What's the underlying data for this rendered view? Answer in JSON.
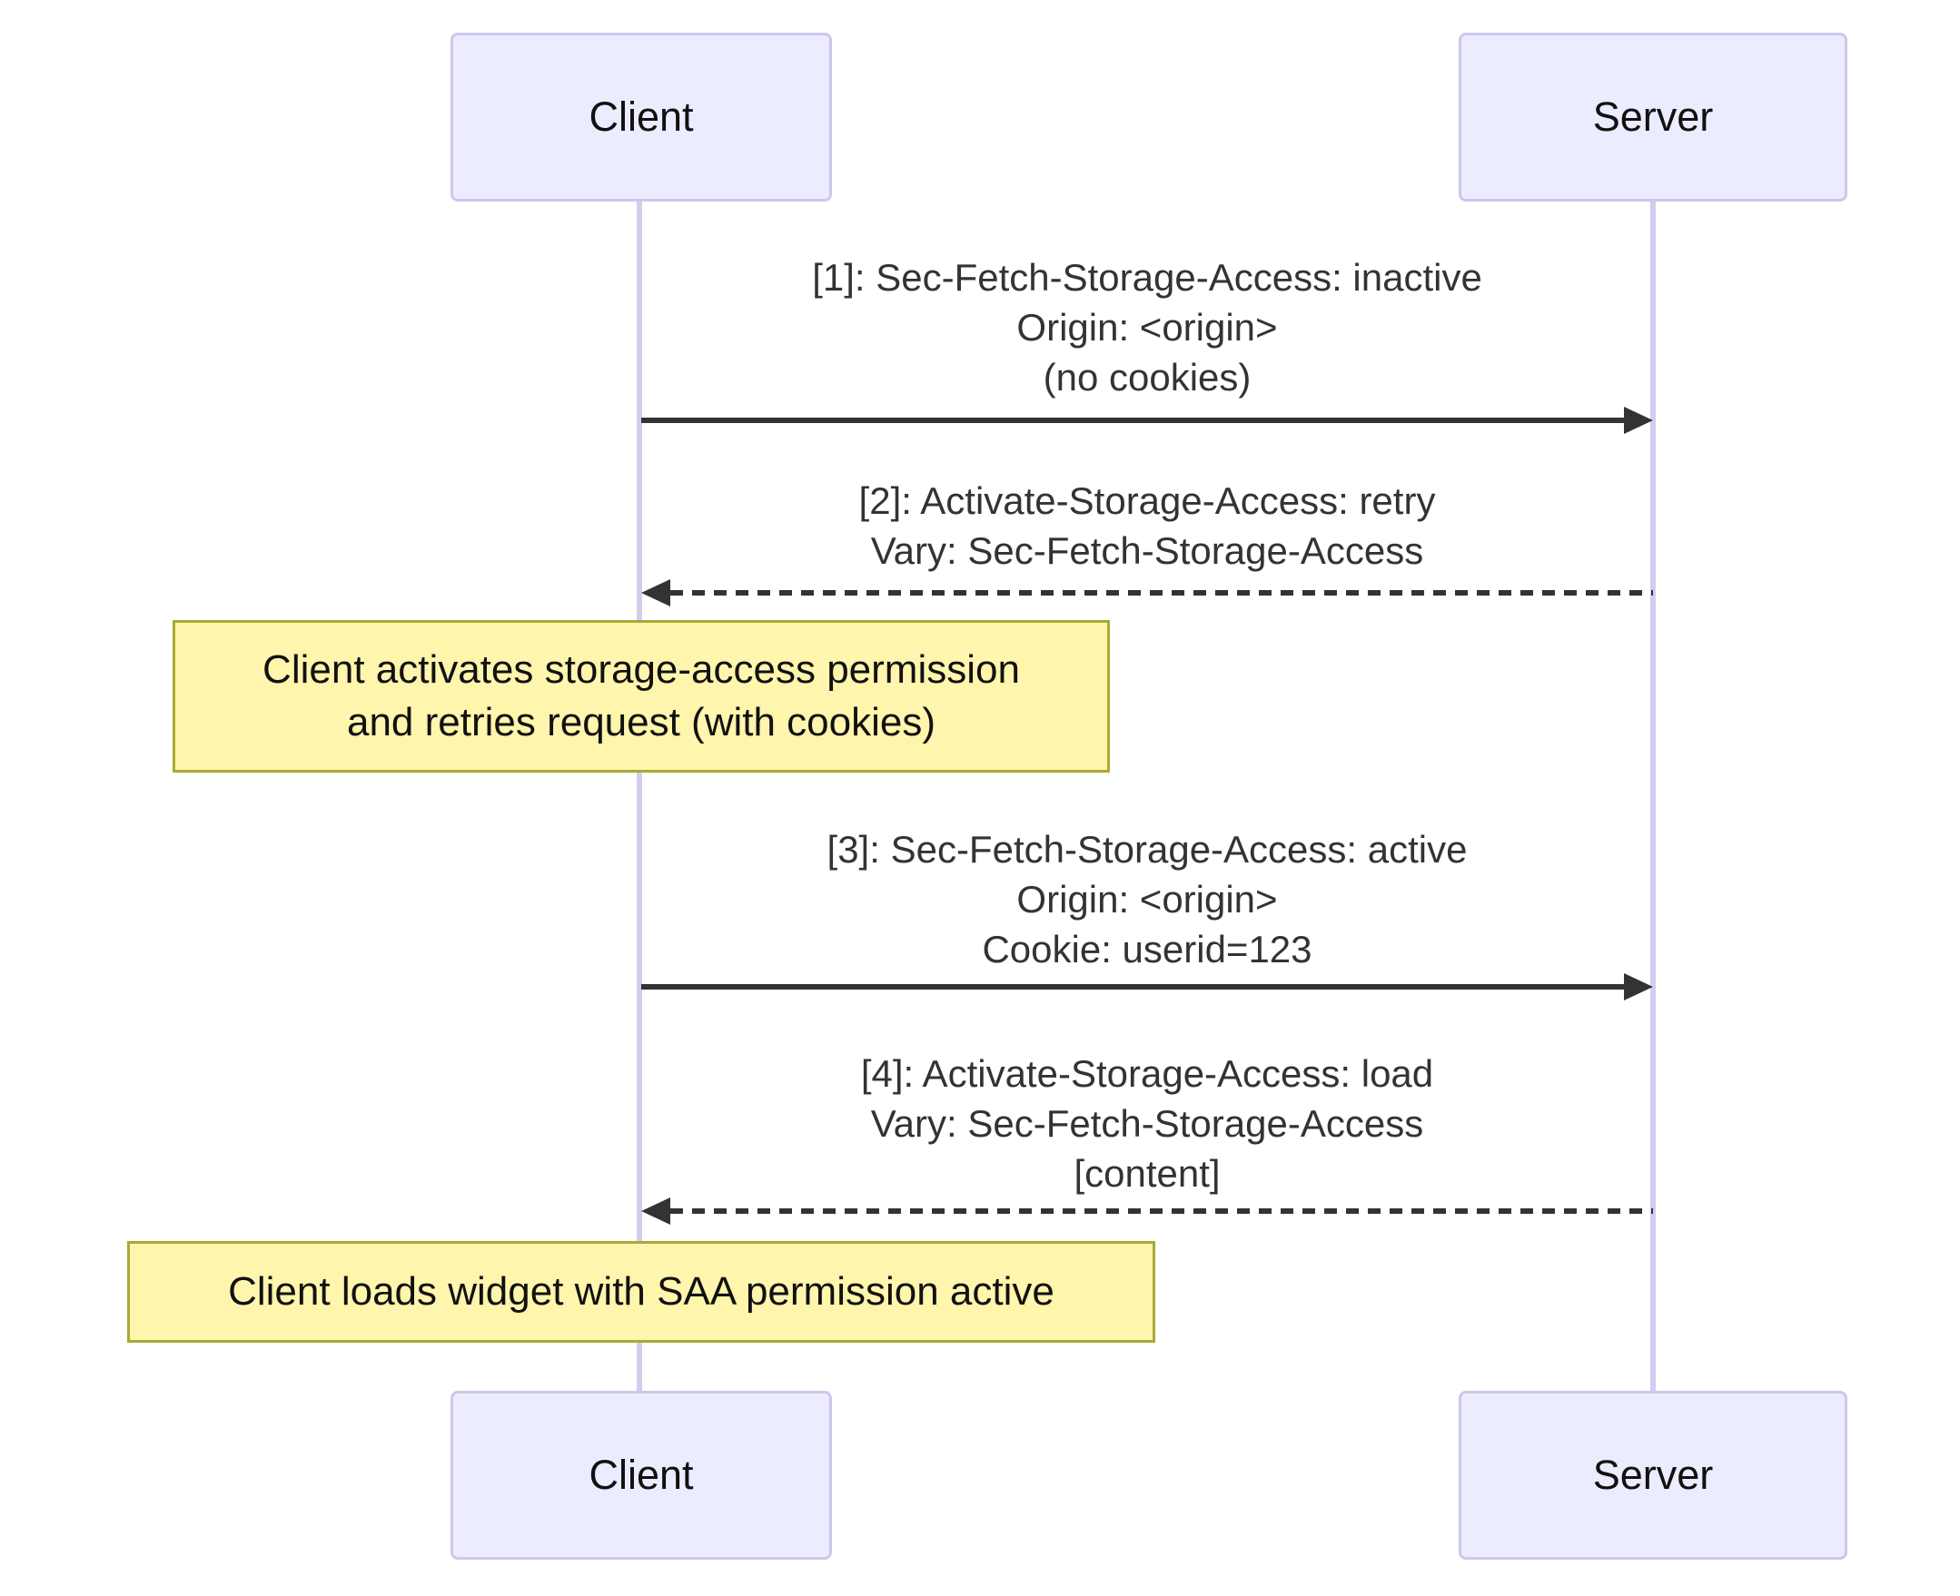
{
  "diagram": {
    "type": "sequence-diagram",
    "actors": [
      {
        "id": "client",
        "label": "Client"
      },
      {
        "id": "server",
        "label": "Server"
      }
    ],
    "messages": [
      {
        "seq": "1",
        "from": "client",
        "to": "server",
        "line_style": "solid",
        "lines": [
          "[1]: Sec-Fetch-Storage-Access: inactive",
          "Origin: <origin>",
          "(no cookies)"
        ]
      },
      {
        "seq": "2",
        "from": "server",
        "to": "client",
        "line_style": "dashed",
        "lines": [
          "[2]: Activate-Storage-Access: retry",
          "Vary: Sec-Fetch-Storage-Access"
        ]
      },
      {
        "seq": "3",
        "from": "client",
        "to": "server",
        "line_style": "solid",
        "lines": [
          "[3]: Sec-Fetch-Storage-Access: active",
          "Origin: <origin>",
          "Cookie: userid=123"
        ]
      },
      {
        "seq": "4",
        "from": "server",
        "to": "client",
        "line_style": "dashed",
        "lines": [
          "[4]: Activate-Storage-Access: load",
          "Vary: Sec-Fetch-Storage-Access",
          "[content]"
        ]
      }
    ],
    "notes": [
      {
        "over": "client",
        "lines": [
          "Client activates storage-access permission",
          "and retries request (with cookies)"
        ]
      },
      {
        "over": "client",
        "lines": [
          "Client loads widget with SAA permission active"
        ]
      }
    ],
    "colors": {
      "actor_fill": "#ECECFF",
      "actor_border": "#CFC6EC",
      "lifeline": "#D5CBEF",
      "note_fill": "#FFF5AD",
      "note_border": "#AAAA33",
      "message_text": "#333333",
      "arrow": "#333333"
    }
  }
}
